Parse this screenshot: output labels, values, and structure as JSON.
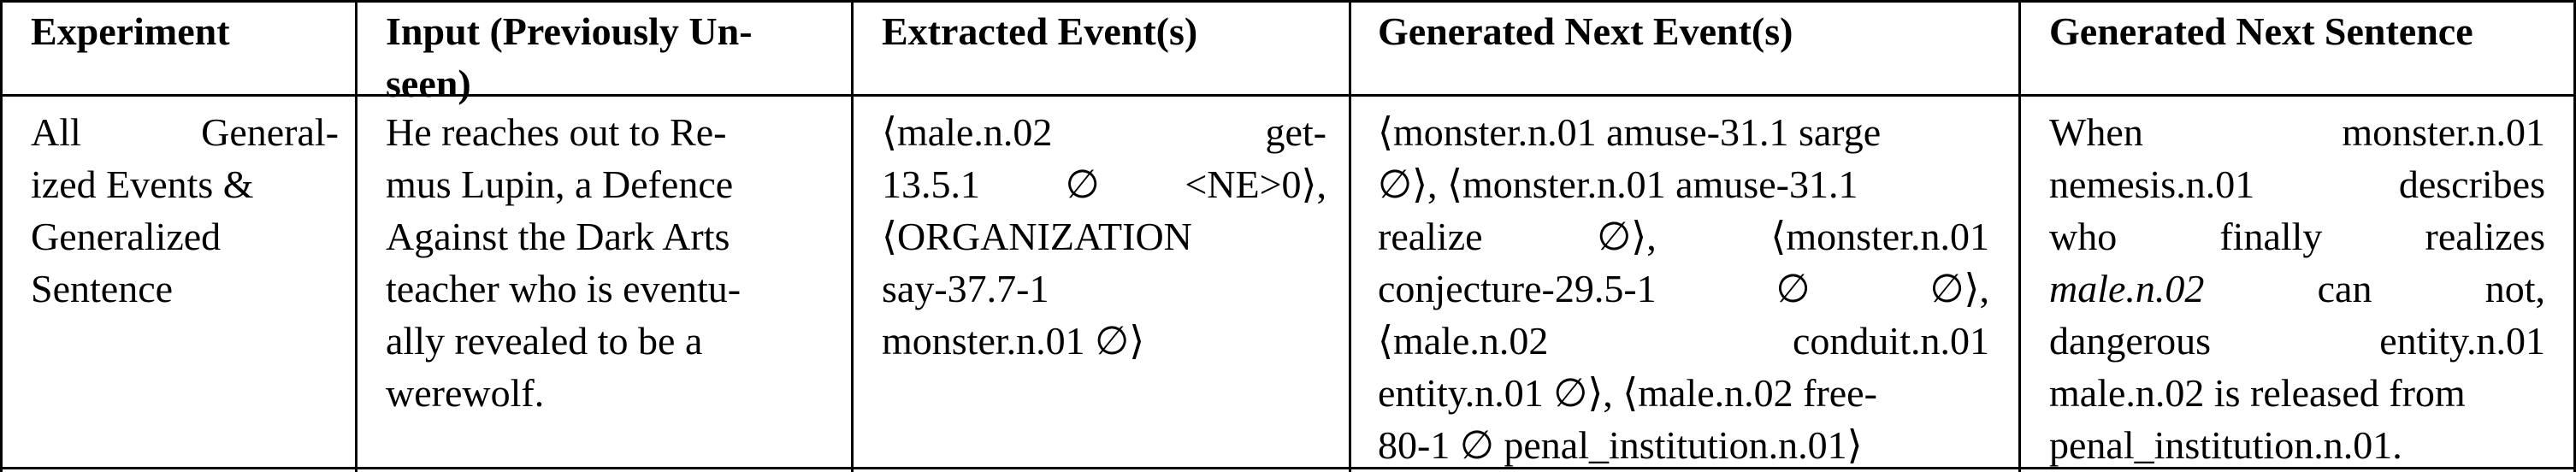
{
  "table": {
    "headers": [
      "Experiment",
      "Input (Previously Un-",
      "seen)",
      "Extracted Event(s)",
      "Generated Next Event(s)",
      "Generated Next Sentence"
    ],
    "row1": {
      "experiment": [
        "All",
        "General-",
        "ized Events &",
        "Generalized",
        "Sentence"
      ],
      "input": [
        "He reaches out to Re-",
        "mus Lupin, a Defence",
        "Against the Dark Arts",
        "teacher who is eventu-",
        "ally revealed to be a",
        "werewolf."
      ],
      "extracted": [
        "⟨male.n.02",
        "get-",
        "13.5.1",
        "∅",
        "<NE>0⟩,",
        "⟨ORGANIZATION",
        "say-37.7-1",
        "monster.n.01 ∅⟩"
      ],
      "generated_events": [
        "⟨monster.n.01 amuse-31.1 sarge",
        "∅⟩, ⟨monster.n.01 amuse-31.1",
        "realize",
        "∅⟩,",
        "⟨monster.n.01",
        "conjecture-29.5-1",
        "∅",
        "∅⟩,",
        "⟨male.n.02",
        "conduit.n.01",
        "entity.n.01 ∅⟩, ⟨male.n.02 free-",
        "80-1 ∅ penal_institution.n.01⟩"
      ],
      "generated_sentence": [
        "When",
        "monster.n.01",
        "nemesis.n.01",
        "describes",
        "who",
        "finally",
        "realizes",
        "male.n.02",
        "can",
        "not,",
        "dangerous",
        "entity.n.01",
        "male.n.02 is released from",
        "penal_institution.n.01."
      ]
    }
  }
}
